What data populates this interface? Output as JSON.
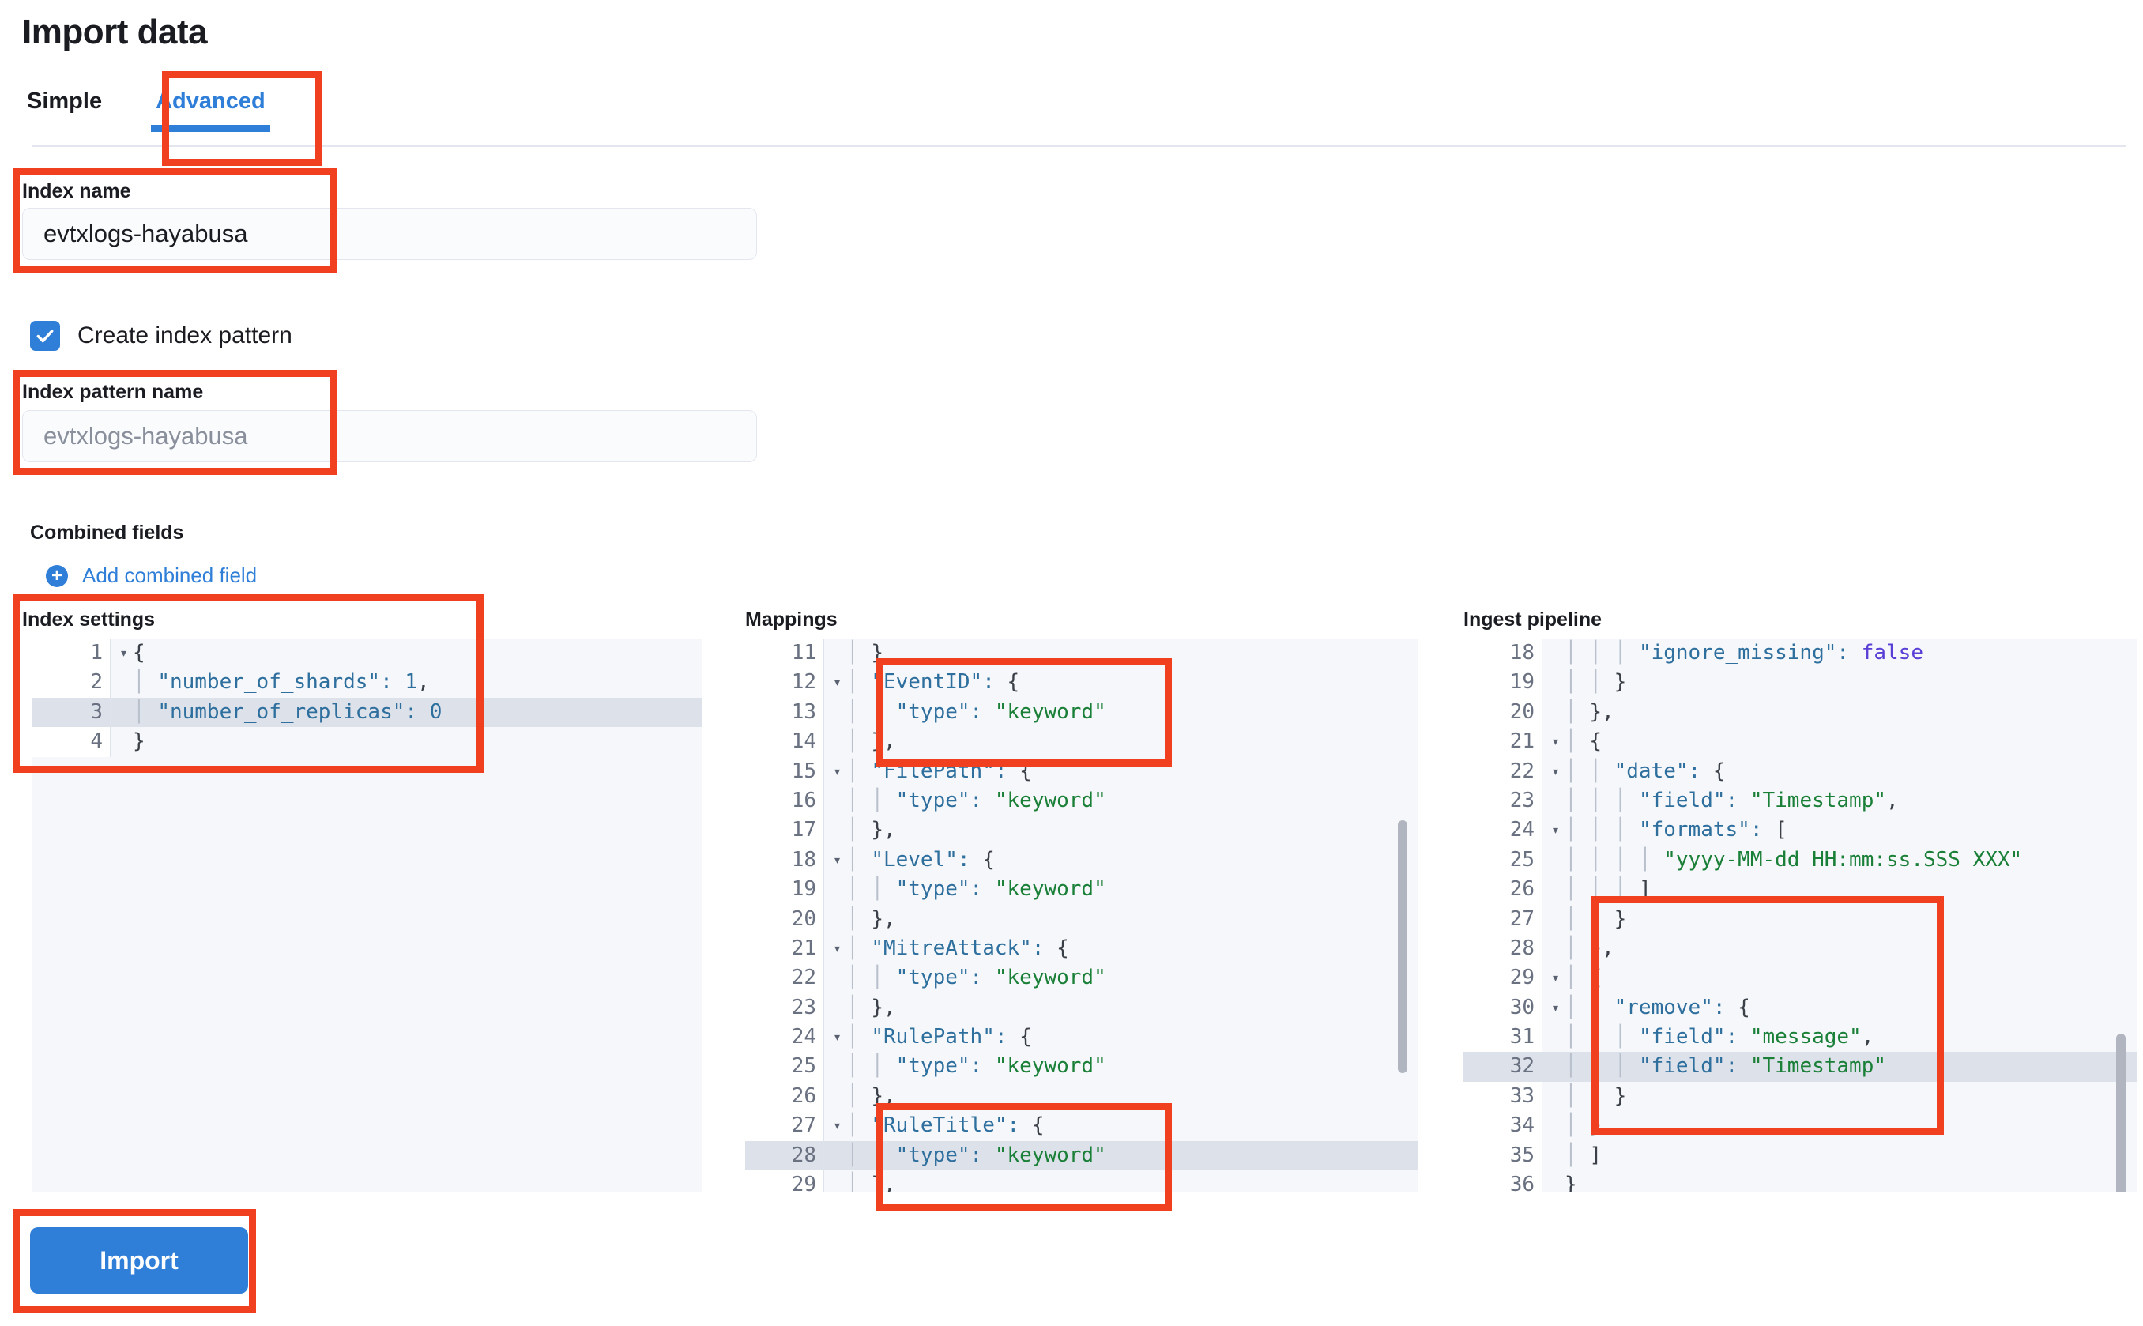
{
  "page": {
    "title": "Import data"
  },
  "tabs": [
    {
      "label": "Simple",
      "active": false
    },
    {
      "label": "Advanced",
      "active": true
    }
  ],
  "form": {
    "index_name": {
      "label": "Index name",
      "value": "evtxlogs-hayabusa",
      "is_placeholder": false
    },
    "create_index_pattern": {
      "label": "Create index pattern",
      "checked": true,
      "icon": "check-icon"
    },
    "index_pattern_name": {
      "label": "Index pattern name",
      "value": "evtxlogs-hayabusa",
      "is_placeholder": true
    },
    "combined_fields": {
      "label": "Combined fields",
      "add_link": "Add combined field",
      "add_icon": "plus-circle-icon"
    }
  },
  "editors": {
    "index_settings": {
      "title": "Index settings",
      "first_line": 1,
      "highlight_line": 3,
      "fold_lines": [
        1
      ],
      "lines": [
        "{",
        "  \"number_of_shards\": 1,",
        "  \"number_of_replicas\": 0",
        "}"
      ]
    },
    "mappings": {
      "title": "Mappings",
      "first_line": 11,
      "highlight_line": 28,
      "fold_lines": [
        12,
        15,
        18,
        21,
        24,
        27
      ],
      "lines": [
        "  }",
        "  \"EventID\": {",
        "    \"type\": \"keyword\"",
        "  },",
        "  \"FilePath\": {",
        "    \"type\": \"keyword\"",
        "  },",
        "  \"Level\": {",
        "    \"type\": \"keyword\"",
        "  },",
        "  \"MitreAttack\": {",
        "    \"type\": \"keyword\"",
        "  },",
        "  \"RulePath\": {",
        "    \"type\": \"keyword\"",
        "  },",
        "  \"RuleTitle\": {",
        "    \"type\": \"keyword\"",
        "  },"
      ]
    },
    "ingest_pipeline": {
      "title": "Ingest pipeline",
      "first_line": 18,
      "highlight_line": 32,
      "fold_lines": [
        21,
        22,
        24,
        29,
        30
      ],
      "lines": [
        "      \"ignore_missing\": false",
        "    }",
        "  },",
        "  {",
        "    \"date\": {",
        "      \"field\": \"Timestamp\",",
        "      \"formats\": [",
        "        \"yyyy-MM-dd HH:mm:ss.SSS XXX\"",
        "      ]",
        "    }",
        "  },",
        "  {",
        "    \"remove\": {",
        "      \"field\": \"message\",",
        "      \"field\": \"Timestamp\"",
        "    }",
        "  }",
        "  ]",
        "}"
      ]
    }
  },
  "actions": {
    "import_label": "Import"
  },
  "colors": {
    "accent": "#2f7ed8",
    "annotation": "#f04020",
    "editor_bg": "#f5f7fa",
    "highlight": "#dde1ea",
    "string": "#1a7f37",
    "key": "#2e6f9e",
    "boolean": "#5a3fd6"
  },
  "annotations": [
    {
      "name": "advanced-tab-highlight"
    },
    {
      "name": "index-name-highlight"
    },
    {
      "name": "index-pattern-name-highlight"
    },
    {
      "name": "index-settings-highlight"
    },
    {
      "name": "mappings-eventid-highlight"
    },
    {
      "name": "mappings-ruletitle-highlight"
    },
    {
      "name": "pipeline-remove-highlight"
    },
    {
      "name": "import-button-highlight"
    }
  ]
}
